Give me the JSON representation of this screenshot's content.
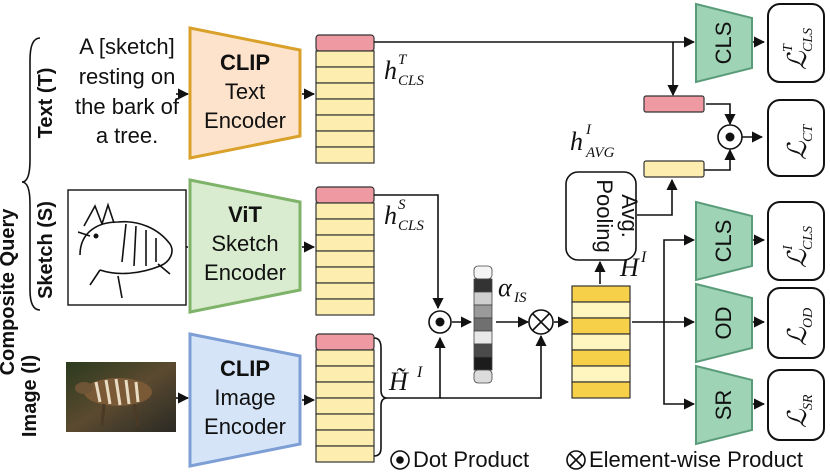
{
  "section_label": "Composite Query",
  "inputs": {
    "text": {
      "label": "Text (T)",
      "lines": [
        "A [sketch]",
        "resting on",
        "the bark of",
        "a tree."
      ]
    },
    "sketch": {
      "label": "Sketch (S)"
    },
    "image": {
      "label": "Image (I)"
    }
  },
  "encoders": {
    "text": {
      "title": "CLIP",
      "line1": "Text",
      "line2": "Encoder"
    },
    "sketch": {
      "title": "ViT",
      "line1": "Sketch",
      "line2": "Encoder"
    },
    "image": {
      "title": "CLIP",
      "line1": "Image",
      "line2": "Encoder"
    }
  },
  "features": {
    "h_cls_text": {
      "main": "h",
      "sup": "T",
      "sub": "CLS"
    },
    "h_cls_sketch": {
      "main": "h",
      "sup": "S",
      "sub": "CLS"
    },
    "h_tilde_image": {
      "main": "H̃",
      "sup": "I"
    },
    "alpha": {
      "main": "α",
      "sub": "IS"
    },
    "H_I": {
      "main": "H",
      "sup": "I"
    },
    "h_avg": {
      "main": "h",
      "sup": "I",
      "sub": "AVG"
    }
  },
  "pooling": {
    "line1": "Avg.",
    "line2": "Pooling"
  },
  "heads": {
    "cls_top": "CLS",
    "cls_mid": "CLS",
    "od": "OD",
    "sr": "SR"
  },
  "losses": {
    "cls_text": {
      "main": "ℒ",
      "sup": "T",
      "sub": "CLS"
    },
    "ct": {
      "main": "ℒ",
      "sub": "CT"
    },
    "cls_image": {
      "main": "ℒ",
      "sup": "I",
      "sub": "CLS"
    },
    "od": {
      "main": "ℒ",
      "sub": "OD"
    },
    "sr": {
      "main": "ℒ",
      "sub": "SR"
    }
  },
  "legend": {
    "dot": "Dot Product",
    "elementwise": "Element-wise Product"
  },
  "colors": {
    "text_encoder": "#fde3cc",
    "text_encoder_border": "#d9a12a",
    "sketch_encoder": "#d9ecd0",
    "sketch_encoder_border": "#7fb36a",
    "image_encoder": "#d6e4f7",
    "image_encoder_border": "#7d9fd6",
    "feature_vec": "#fdeeb0",
    "cls_token": "#ef9aa2",
    "head": "#9fd3b5",
    "head_border": "#5a9c7a",
    "H_vec_light": "#fff6bf",
    "H_vec_dark": "#f7d04a"
  }
}
